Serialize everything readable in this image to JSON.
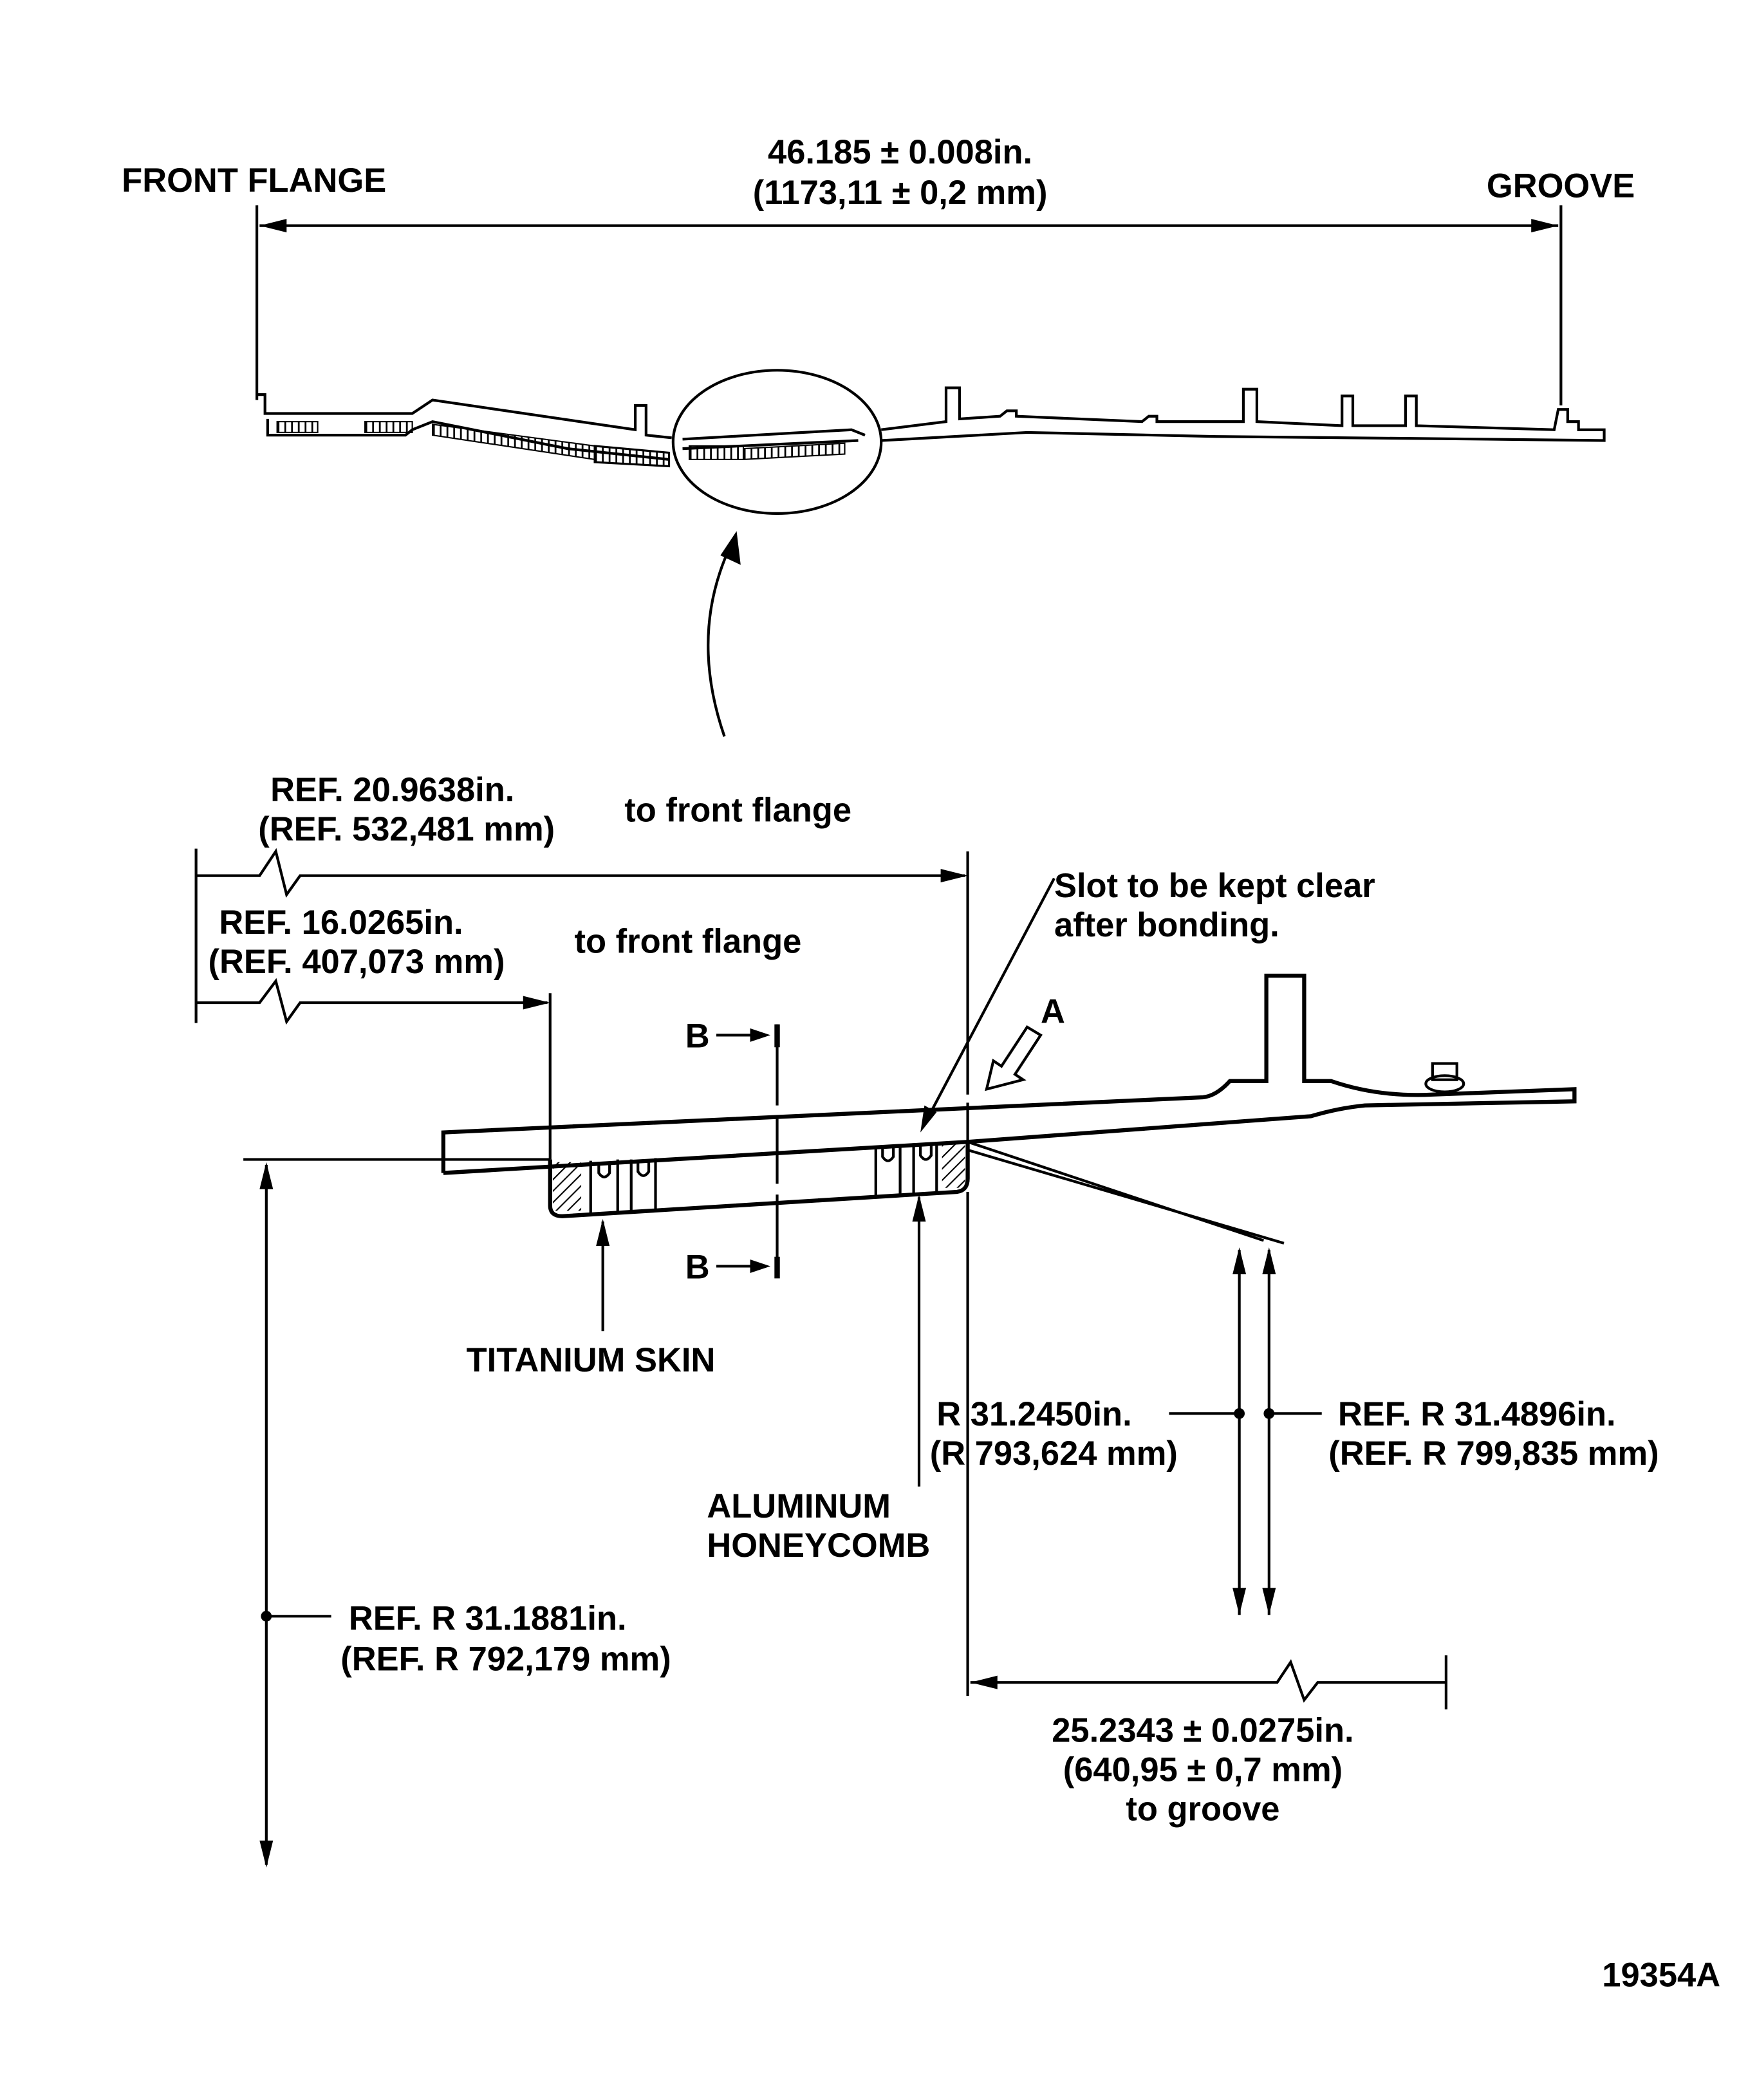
{
  "overview": {
    "left_label": "FRONT FLANGE",
    "right_label": "GROOVE",
    "overall_dim_in": "46.185 ± 0.008in.",
    "overall_dim_mm": "(1173,11 ± 0,2 mm)"
  },
  "detail": {
    "dim1_in": "REF.  20.9638in.",
    "dim1_mm": "(REF.  532,481 mm)",
    "dim1_suffix": "to  front  flange",
    "dim2_in": "REF.  16.0265in.",
    "dim2_mm": "(REF.  407,073 mm)",
    "dim2_suffix": "to  front  flange",
    "slot_note_line1": "Slot  to  be  kept  clear",
    "slot_note_line2": "after  bonding.",
    "view_a": "A",
    "section_b_top": "B",
    "section_b_bottom": "B",
    "titanium_skin": "TITANIUM  SKIN",
    "honeycomb_line1": "ALUMINUM",
    "honeycomb_line2": "HONEYCOMB",
    "r_inner_in": "R  31.2450in.",
    "r_inner_mm": "(R  793,624 mm)",
    "r_outer_in": "REF.  R  31.4896in.",
    "r_outer_mm": "(REF.  R  799,835 mm)",
    "r_ref_in": "REF.  R  31.1881in.",
    "r_ref_mm": "(REF.  R  792,179 mm)",
    "groove_dim_in": "25.2343 ± 0.0275in.",
    "groove_dim_mm": "(640,95 ± 0,7 mm)",
    "groove_dim_suffix": "to  groove"
  },
  "figure_number": "19354A"
}
